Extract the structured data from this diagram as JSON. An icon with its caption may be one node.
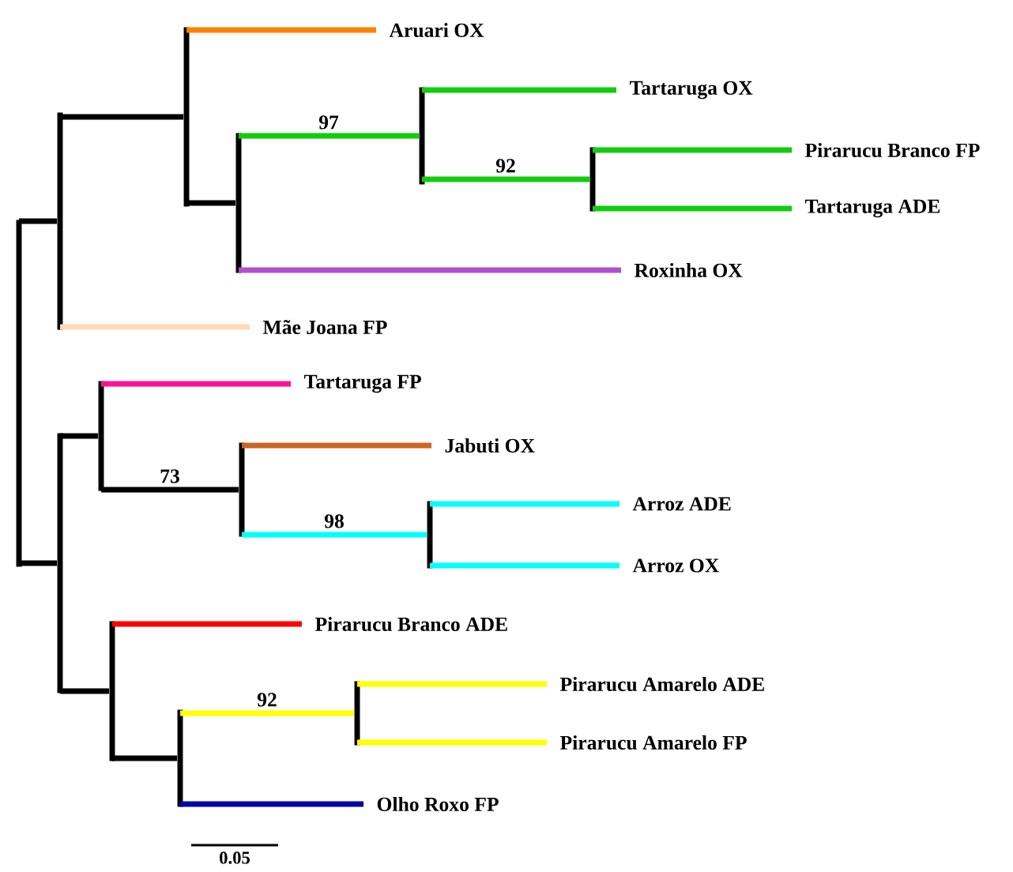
{
  "diagram": {
    "nodes": [
      {
        "text": [],
        "shape": "bar"
      },
      {
        "text": [],
        "shape": "bar"
      },
      {
        "text": [],
        "shape": "bar"
      },
      {
        "text": [
          "Aruari OX"
        ]
      },
      {
        "text": [],
        "shape": "bar"
      },
      {
        "text": [],
        "shape": "bar"
      },
      {
        "text": [
          "Tartaruga OX"
        ]
      },
      {
        "text": [],
        "shape": "bar"
      },
      {
        "text": [
          "Pirarucu Branco FP"
        ]
      },
      {
        "text": [
          "Tartaruga ADE"
        ]
      },
      {
        "text": [
          "Roxinha OX"
        ]
      },
      {
        "text": [
          "Mãe Joana FP"
        ]
      },
      {
        "text": [],
        "shape": "bar"
      },
      {
        "text": [],
        "shape": "bar"
      },
      {
        "text": [
          "Tartaruga FP"
        ]
      },
      {
        "text": [],
        "shape": "bar"
      },
      {
        "text": [
          "Jabuti OX"
        ]
      },
      {
        "text": [],
        "shape": "bar"
      },
      {
        "text": [
          "Arroz ADE"
        ]
      },
      {
        "text": [
          "Arroz OX"
        ]
      },
      {
        "text": [],
        "shape": "bar"
      },
      {
        "text": [
          "Pirarucu Branco ADE"
        ]
      },
      {
        "text": [],
        "shape": "bar"
      },
      {
        "text": [],
        "shape": "bar"
      },
      {
        "text": [
          "Pirarucu Amarelo ADE"
        ]
      },
      {
        "text": [
          "Pirarucu Amarelo FP"
        ]
      },
      {
        "text": [
          "Olho Roxo FP"
        ]
      }
    ],
    "edges": [
      {
        "from": 0,
        "to": 1,
        "arrow": "none",
        "color": "#000000"
      },
      {
        "from": 1,
        "to": 2,
        "arrow": "none",
        "color": "#000000"
      },
      {
        "from": 2,
        "to": 3,
        "arrow": "none",
        "color": "#ff8000"
      },
      {
        "from": 2,
        "to": 4,
        "arrow": "none",
        "color": "#000000"
      },
      {
        "from": 4,
        "to": 5,
        "arrow": "none",
        "color": "#11cc11",
        "label": "97"
      },
      {
        "from": 5,
        "to": 6,
        "arrow": "none",
        "color": "#11cc11"
      },
      {
        "from": 5,
        "to": 7,
        "arrow": "none",
        "color": "#11cc11",
        "label": "92"
      },
      {
        "from": 7,
        "to": 8,
        "arrow": "none",
        "color": "#11cc11"
      },
      {
        "from": 7,
        "to": 9,
        "arrow": "none",
        "color": "#11cc11"
      },
      {
        "from": 4,
        "to": 10,
        "arrow": "none",
        "color": "#b050d0"
      },
      {
        "from": 1,
        "to": 11,
        "arrow": "none",
        "color": "#ffdab9"
      },
      {
        "from": 0,
        "to": 12,
        "arrow": "none",
        "color": "#000000"
      },
      {
        "from": 12,
        "to": 13,
        "arrow": "none",
        "color": "#000000"
      },
      {
        "from": 13,
        "to": 14,
        "arrow": "none",
        "color": "#ff1493"
      },
      {
        "from": 13,
        "to": 15,
        "arrow": "none",
        "color": "#000000",
        "label": "73"
      },
      {
        "from": 15,
        "to": 16,
        "arrow": "none",
        "color": "#cc6622"
      },
      {
        "from": 15,
        "to": 17,
        "arrow": "none",
        "color": "#00ffff",
        "label": "98"
      },
      {
        "from": 17,
        "to": 18,
        "arrow": "none",
        "color": "#00ffff"
      },
      {
        "from": 17,
        "to": 19,
        "arrow": "none",
        "color": "#00ffff"
      },
      {
        "from": 12,
        "to": 20,
        "arrow": "none",
        "color": "#000000"
      },
      {
        "from": 20,
        "to": 21,
        "arrow": "none",
        "color": "#ff0000"
      },
      {
        "from": 20,
        "to": 22,
        "arrow": "none",
        "color": "#000000"
      },
      {
        "from": 22,
        "to": 23,
        "arrow": "none",
        "color": "#ffff00",
        "label": "92"
      },
      {
        "from": 23,
        "to": 24,
        "arrow": "none",
        "color": "#ffff00"
      },
      {
        "from": 23,
        "to": 25,
        "arrow": "none",
        "color": "#ffff00"
      },
      {
        "from": 22,
        "to": 26,
        "arrow": "none",
        "color": "#0000aa"
      }
    ],
    "labels": [
      "0.05"
    ]
  }
}
